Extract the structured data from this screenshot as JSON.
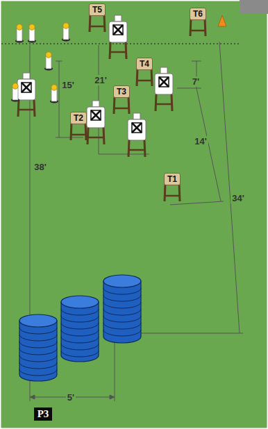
{
  "diagram": {
    "nodes": [
      {
        "text": [
          "T5"
        ]
      },
      {
        "text": [
          "T6"
        ]
      },
      {
        "text": [
          "T4"
        ]
      },
      {
        "text": [
          "T3"
        ]
      },
      {
        "text": [
          "T2"
        ]
      },
      {
        "text": [
          "T1"
        ]
      },
      {
        "text": [
          "P3"
        ]
      }
    ],
    "labels": [
      "21'",
      "7'",
      "15'",
      "14'",
      "38'",
      "34'",
      "5'"
    ]
  }
}
